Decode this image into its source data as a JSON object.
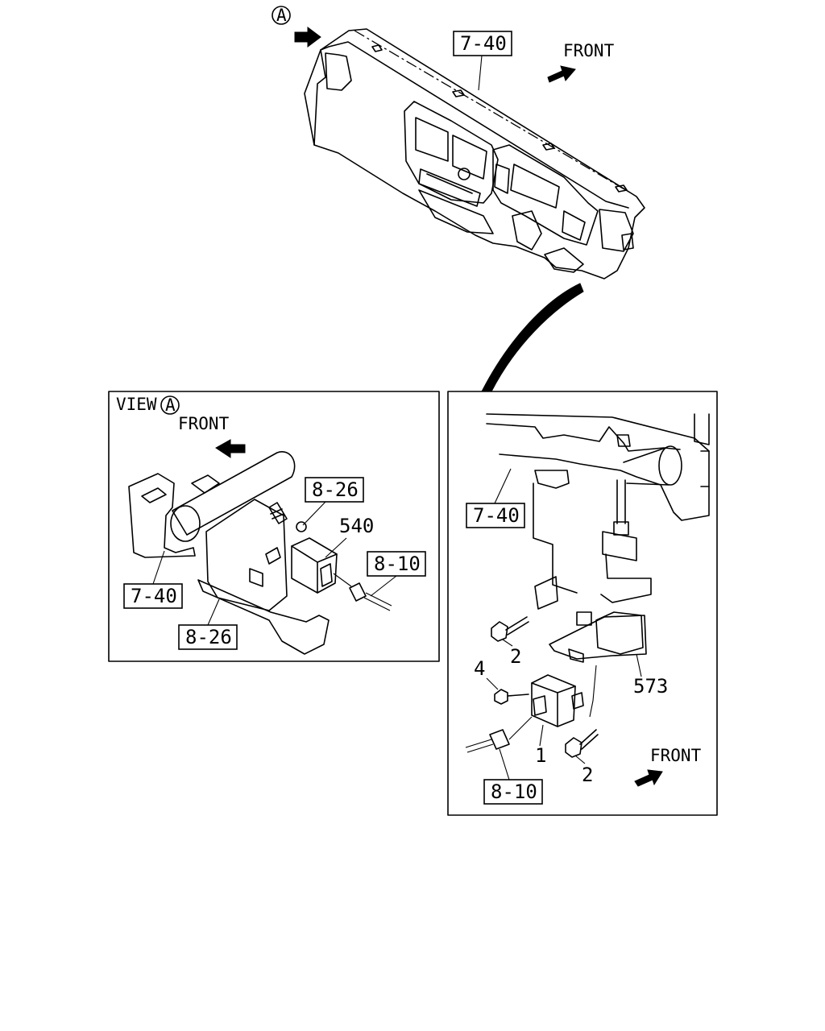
{
  "top_view": {
    "marker_a": "A",
    "ref_dashboard": "7-40",
    "front_label": "FRONT"
  },
  "left_panel": {
    "view_label": "VIEW",
    "view_marker": "A",
    "front_label": "FRONT",
    "ref_bracket_top": "8-26",
    "part_540": "540",
    "ref_harness": "8-10",
    "ref_dashboard": "7-40",
    "ref_bracket_bottom": "8-26"
  },
  "right_panel": {
    "ref_dashboard": "7-40",
    "bolt_upper": "2",
    "part_573": "573",
    "nut_4": "4",
    "part_1": "1",
    "bolt_lower": "2",
    "front_label": "FRONT",
    "ref_harness": "8-10"
  }
}
